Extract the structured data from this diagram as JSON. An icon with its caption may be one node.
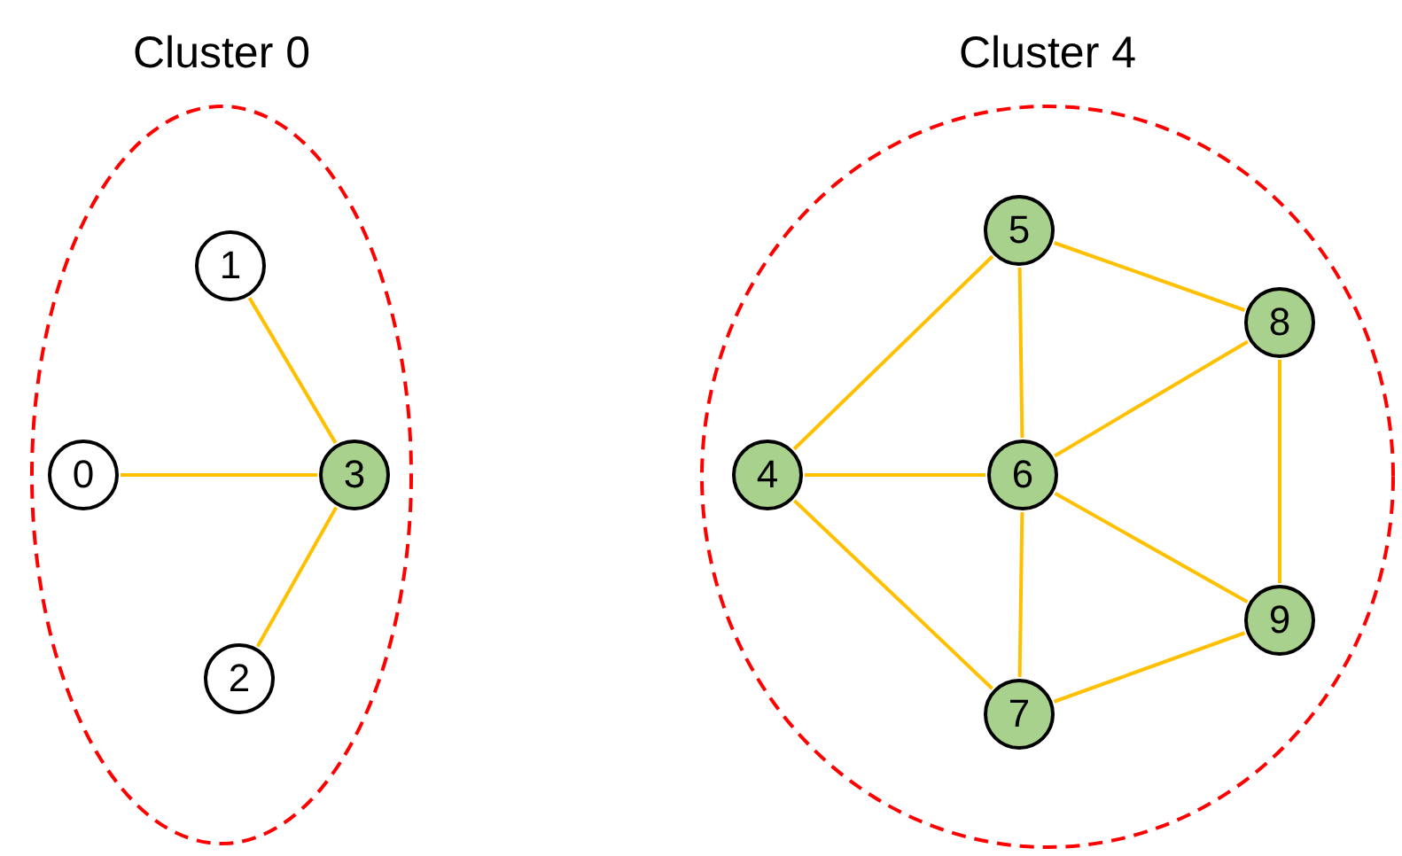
{
  "diagram": {
    "nodes": [
      {
        "text": [
          "Cluster 0"
        ]
      },
      {
        "text": [
          "0"
        ],
        "in": 0
      },
      {
        "text": [
          "1"
        ],
        "in": 0
      },
      {
        "text": [
          "2"
        ],
        "in": 0
      },
      {
        "text": [
          "3"
        ],
        "in": 0
      },
      {
        "text": [
          "Cluster 4"
        ]
      },
      {
        "text": [
          "4"
        ],
        "in": 5
      },
      {
        "text": [
          "5"
        ],
        "in": 5
      },
      {
        "text": [
          "6"
        ],
        "in": 5
      },
      {
        "text": [
          "7"
        ],
        "in": 5
      },
      {
        "text": [
          "8"
        ],
        "in": 5
      },
      {
        "text": [
          "9"
        ],
        "in": 5
      }
    ],
    "edges": [
      {
        "from": 1,
        "to": 4,
        "arrow": "none"
      },
      {
        "from": 2,
        "to": 4,
        "arrow": "none"
      },
      {
        "from": 3,
        "to": 4,
        "arrow": "none"
      },
      {
        "from": 6,
        "to": 7,
        "arrow": "none"
      },
      {
        "from": 6,
        "to": 8,
        "arrow": "none"
      },
      {
        "from": 6,
        "to": 9,
        "arrow": "none"
      },
      {
        "from": 7,
        "to": 8,
        "arrow": "none"
      },
      {
        "from": 7,
        "to": 10,
        "arrow": "none"
      },
      {
        "from": 8,
        "to": 10,
        "arrow": "none"
      },
      {
        "from": 8,
        "to": 9,
        "arrow": "none"
      },
      {
        "from": 8,
        "to": 11,
        "arrow": "none"
      },
      {
        "from": 10,
        "to": 11,
        "arrow": "none"
      },
      {
        "from": 9,
        "to": 11,
        "arrow": "none"
      }
    ]
  }
}
